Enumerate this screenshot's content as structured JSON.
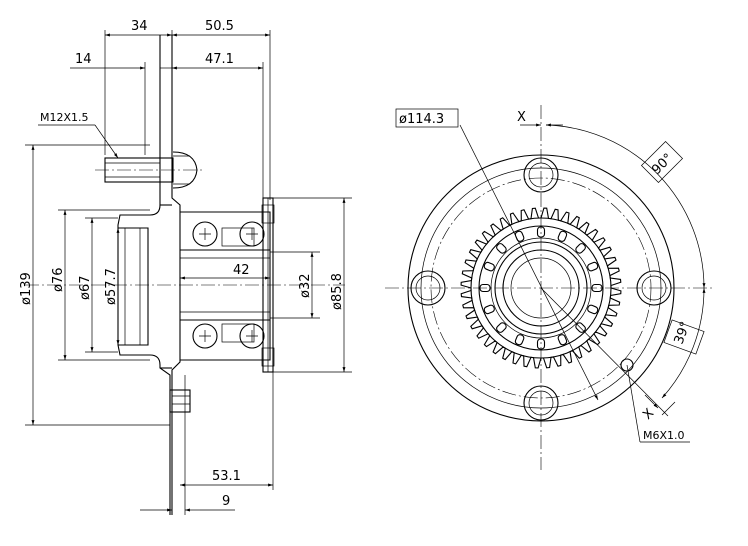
{
  "side_view": {
    "dims": {
      "d34": "34",
      "d50_5": "50.5",
      "d14": "14",
      "d47_1": "47.1",
      "thread": "M12X1.5",
      "dia139": "ø139",
      "dia76": "ø76",
      "dia67": "ø67",
      "dia57_7": "ø57.7",
      "d42": "42",
      "dia32": "ø32",
      "dia85_8": "ø85.8",
      "d53_1": "53.1",
      "d9": "9"
    }
  },
  "front_view": {
    "dims": {
      "pcd": "ø114.3",
      "x_top": "X",
      "x_bottom": "X",
      "ang90": "90°",
      "ang39": "39°",
      "bolt_hole": "M6X1.0"
    },
    "tone_ring_teeth": 44,
    "hub_slots": 16,
    "bolt_holes": 4
  }
}
